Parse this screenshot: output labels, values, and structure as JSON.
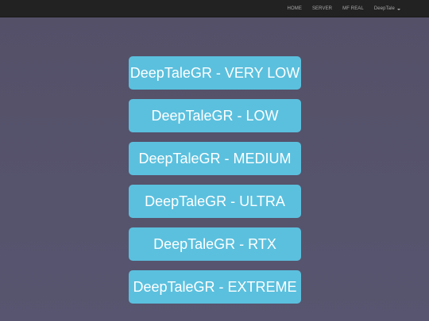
{
  "navbar": {
    "items": [
      {
        "label": "HOME"
      },
      {
        "label": "SERVER"
      },
      {
        "label": "MF REAL"
      },
      {
        "label": "DeepTale"
      }
    ]
  },
  "main": {
    "buttons": [
      {
        "label": "DeepTaleGR - VERY LOW"
      },
      {
        "label": "DeepTaleGR - LOW"
      },
      {
        "label": "DeepTaleGR - MEDIUM"
      },
      {
        "label": "DeepTaleGR - ULTRA"
      },
      {
        "label": "DeepTaleGR - RTX"
      },
      {
        "label": "DeepTaleGR - EXTREME"
      }
    ]
  },
  "colors": {
    "background": "#56536c",
    "navbar": "#222222",
    "button": "#5bc0de",
    "button_text": "#ffffff",
    "nav_text": "#a8a8a8"
  },
  "icons": {
    "dropdown": "caret-down-icon"
  }
}
